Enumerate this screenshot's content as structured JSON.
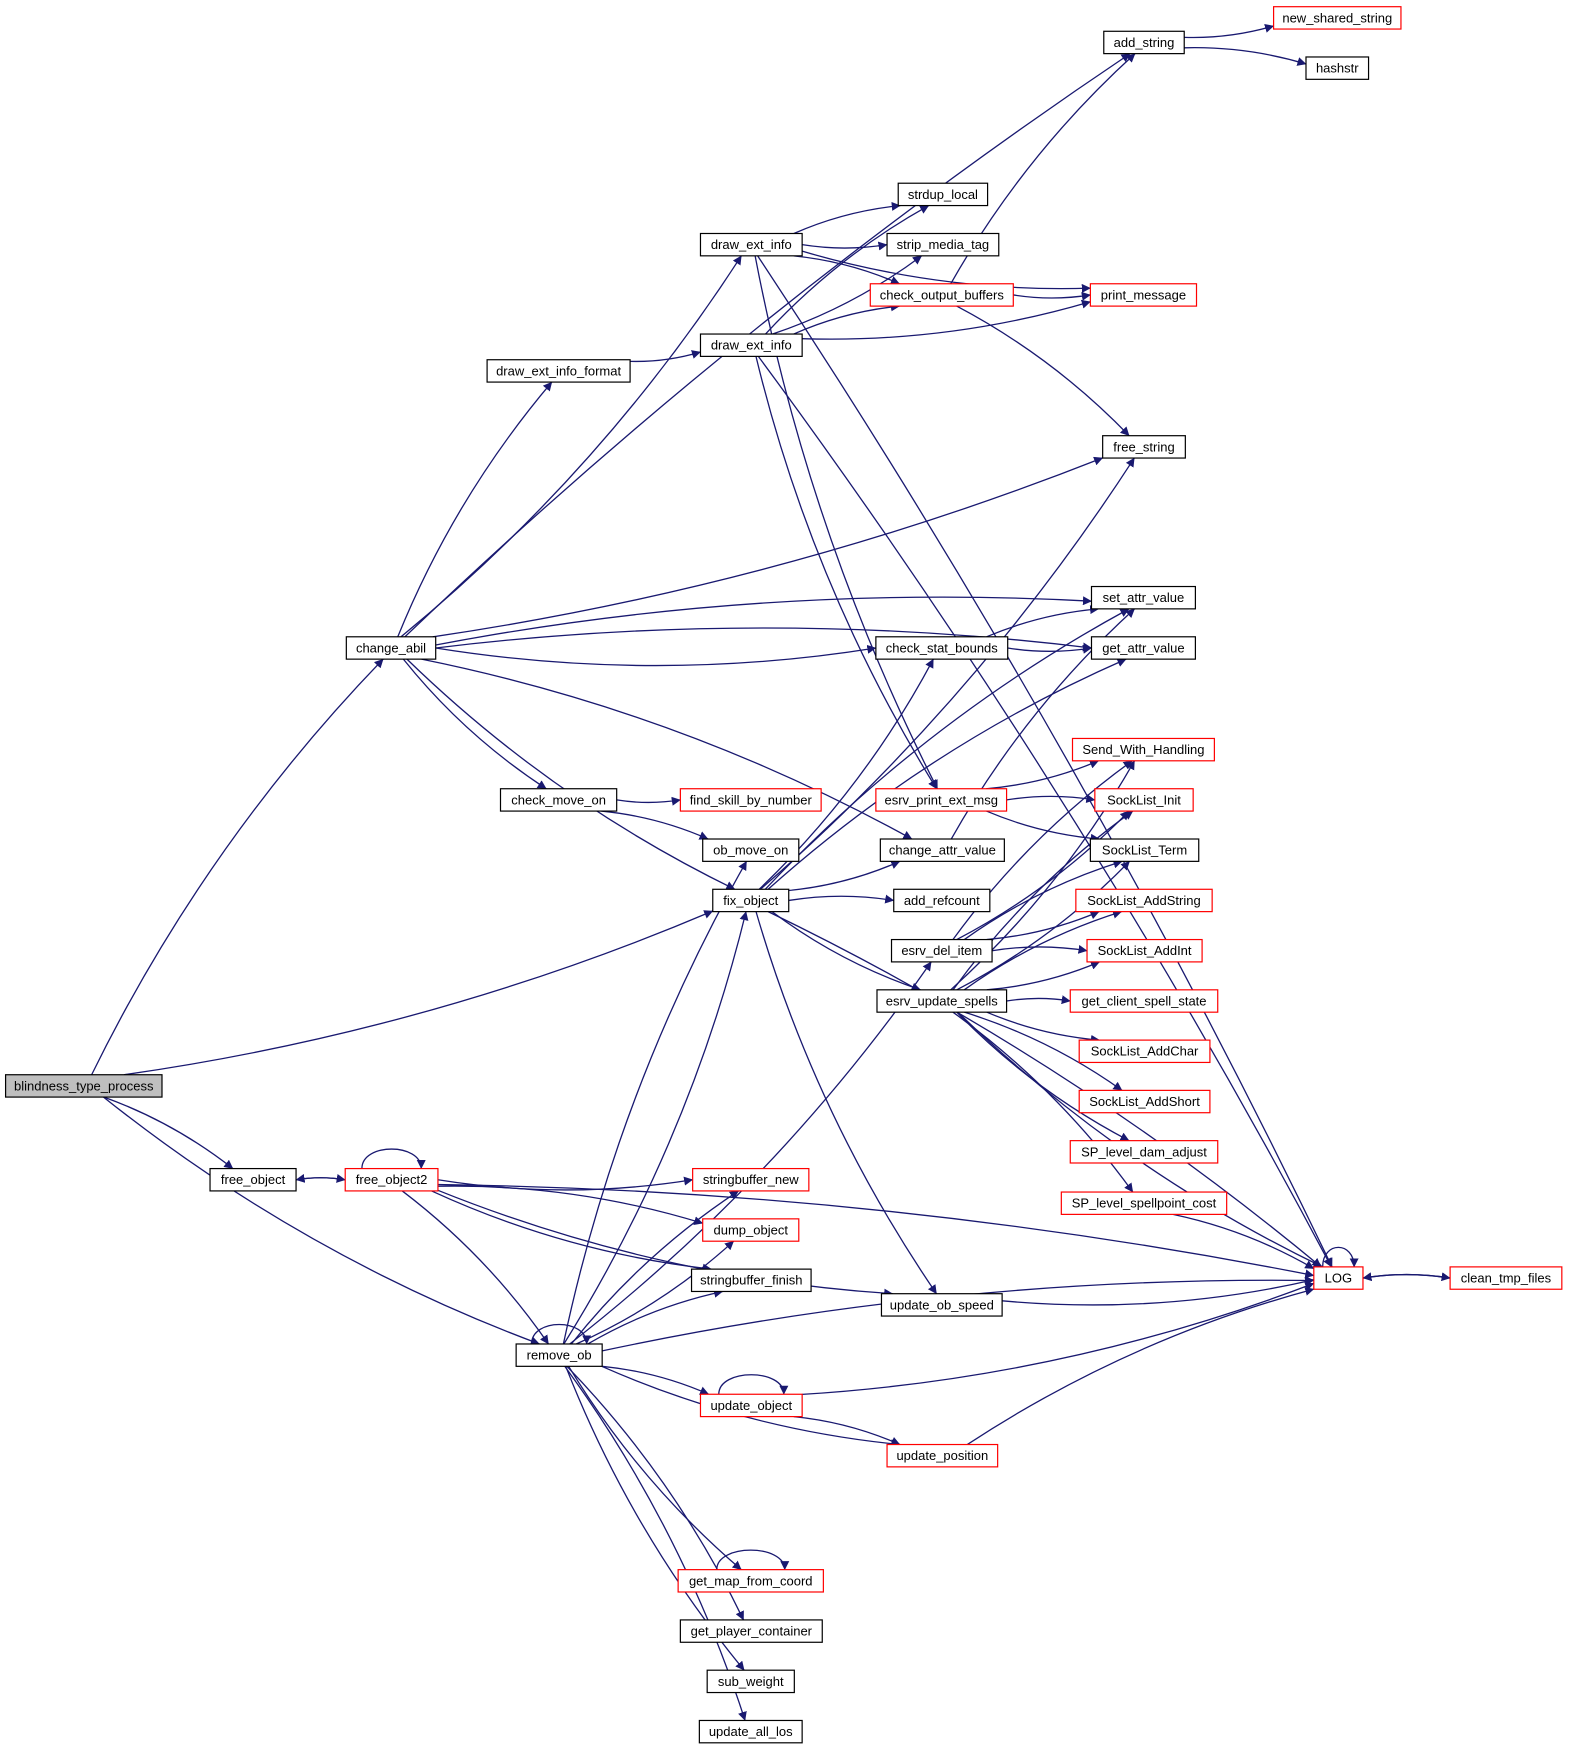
{
  "diagram": {
    "title": "blindness_type_process call graph",
    "colors": {
      "edge": "#191970",
      "truncated_border": "#ff0000",
      "normal_border": "#000000",
      "root_fill": "#bfbfbf",
      "node_fill": "#ffffff"
    },
    "nodes": [
      {
        "id": "blindness_type_process",
        "label": "blindness_type_process",
        "style": "root"
      },
      {
        "id": "change_abil",
        "label": "change_abil",
        "style": "normal"
      },
      {
        "id": "free_object",
        "label": "free_object",
        "style": "normal"
      },
      {
        "id": "free_object2",
        "label": "free_object2",
        "style": "red"
      },
      {
        "id": "remove_ob",
        "label": "remove_ob",
        "style": "normal"
      },
      {
        "id": "draw_ext_info_format",
        "label": "draw_ext_info_format",
        "style": "normal"
      },
      {
        "id": "draw_ext_info_a",
        "label": "draw_ext_info",
        "style": "normal"
      },
      {
        "id": "draw_ext_info_b",
        "label": "draw_ext_info",
        "style": "normal"
      },
      {
        "id": "check_move_on",
        "label": "check_move_on",
        "style": "normal"
      },
      {
        "id": "find_skill_by_number",
        "label": "find_skill_by_number",
        "style": "red"
      },
      {
        "id": "ob_move_on",
        "label": "ob_move_on",
        "style": "normal"
      },
      {
        "id": "fix_object",
        "label": "fix_object",
        "style": "normal"
      },
      {
        "id": "stringbuffer_new",
        "label": "stringbuffer_new",
        "style": "red"
      },
      {
        "id": "dump_object",
        "label": "dump_object",
        "style": "red"
      },
      {
        "id": "stringbuffer_finish",
        "label": "stringbuffer_finish",
        "style": "normal"
      },
      {
        "id": "update_object",
        "label": "update_object",
        "style": "red"
      },
      {
        "id": "get_map_from_coord",
        "label": "get_map_from_coord",
        "style": "red"
      },
      {
        "id": "get_player_container",
        "label": "get_player_container",
        "style": "normal"
      },
      {
        "id": "sub_weight",
        "label": "sub_weight",
        "style": "normal"
      },
      {
        "id": "update_all_los",
        "label": "update_all_los",
        "style": "normal"
      },
      {
        "id": "strdup_local",
        "label": "strdup_local",
        "style": "normal"
      },
      {
        "id": "strip_media_tag",
        "label": "strip_media_tag",
        "style": "normal"
      },
      {
        "id": "check_output_buffers",
        "label": "check_output_buffers",
        "style": "red"
      },
      {
        "id": "check_stat_bounds",
        "label": "check_stat_bounds",
        "style": "normal"
      },
      {
        "id": "esrv_print_ext_msg",
        "label": "esrv_print_ext_msg",
        "style": "red"
      },
      {
        "id": "change_attr_value",
        "label": "change_attr_value",
        "style": "normal"
      },
      {
        "id": "add_refcount",
        "label": "add_refcount",
        "style": "normal"
      },
      {
        "id": "esrv_del_item",
        "label": "esrv_del_item",
        "style": "normal"
      },
      {
        "id": "esrv_update_spells",
        "label": "esrv_update_spells",
        "style": "normal"
      },
      {
        "id": "update_ob_speed",
        "label": "update_ob_speed",
        "style": "normal"
      },
      {
        "id": "update_position",
        "label": "update_position",
        "style": "red"
      },
      {
        "id": "add_string",
        "label": "add_string",
        "style": "normal"
      },
      {
        "id": "print_message",
        "label": "print_message",
        "style": "red"
      },
      {
        "id": "free_string",
        "label": "free_string",
        "style": "normal"
      },
      {
        "id": "set_attr_value",
        "label": "set_attr_value",
        "style": "normal"
      },
      {
        "id": "get_attr_value",
        "label": "get_attr_value",
        "style": "normal"
      },
      {
        "id": "Send_With_Handling",
        "label": "Send_With_Handling",
        "style": "red"
      },
      {
        "id": "SockList_Init",
        "label": "SockList_Init",
        "style": "red"
      },
      {
        "id": "SockList_Term",
        "label": "SockList_Term",
        "style": "normal"
      },
      {
        "id": "SockList_AddString",
        "label": "SockList_AddString",
        "style": "red"
      },
      {
        "id": "SockList_AddInt",
        "label": "SockList_AddInt",
        "style": "red"
      },
      {
        "id": "get_client_spell_state",
        "label": "get_client_spell_state",
        "style": "red"
      },
      {
        "id": "SockList_AddChar",
        "label": "SockList_AddChar",
        "style": "red"
      },
      {
        "id": "SockList_AddShort",
        "label": "SockList_AddShort",
        "style": "red"
      },
      {
        "id": "SP_level_dam_adjust",
        "label": "SP_level_dam_adjust",
        "style": "red"
      },
      {
        "id": "SP_level_spellpoint_cost",
        "label": "SP_level_spellpoint_cost",
        "style": "red"
      },
      {
        "id": "new_shared_string",
        "label": "new_shared_string",
        "style": "red"
      },
      {
        "id": "hashstr",
        "label": "hashstr",
        "style": "normal"
      },
      {
        "id": "LOG",
        "label": "LOG",
        "style": "red"
      },
      {
        "id": "clean_tmp_files",
        "label": "clean_tmp_files",
        "style": "red"
      }
    ],
    "edges": [
      [
        "blindness_type_process",
        "change_abil"
      ],
      [
        "blindness_type_process",
        "fix_object"
      ],
      [
        "blindness_type_process",
        "free_object"
      ],
      [
        "blindness_type_process",
        "remove_ob"
      ],
      [
        "change_abil",
        "add_string"
      ],
      [
        "change_abil",
        "draw_ext_info_a"
      ],
      [
        "change_abil",
        "draw_ext_info_format"
      ],
      [
        "change_abil",
        "free_string"
      ],
      [
        "change_abil",
        "set_attr_value"
      ],
      [
        "change_abil",
        "check_stat_bounds"
      ],
      [
        "change_abil",
        "get_attr_value"
      ],
      [
        "change_abil",
        "check_move_on"
      ],
      [
        "change_abil",
        "change_attr_value"
      ],
      [
        "change_abil",
        "fix_object"
      ],
      [
        "free_object",
        "free_object2"
      ],
      [
        "free_object2",
        "free_object"
      ],
      [
        "free_object2",
        "free_object2"
      ],
      [
        "free_object2",
        "stringbuffer_new"
      ],
      [
        "free_object2",
        "dump_object"
      ],
      [
        "free_object2",
        "stringbuffer_finish"
      ],
      [
        "free_object2",
        "remove_ob"
      ],
      [
        "free_object2",
        "update_ob_speed"
      ],
      [
        "free_object2",
        "LOG"
      ],
      [
        "draw_ext_info_format",
        "draw_ext_info_b"
      ],
      [
        "draw_ext_info_a",
        "strdup_local"
      ],
      [
        "draw_ext_info_a",
        "strip_media_tag"
      ],
      [
        "draw_ext_info_a",
        "check_output_buffers"
      ],
      [
        "draw_ext_info_a",
        "print_message"
      ],
      [
        "draw_ext_info_a",
        "LOG"
      ],
      [
        "draw_ext_info_a",
        "esrv_print_ext_msg"
      ],
      [
        "draw_ext_info_b",
        "strdup_local"
      ],
      [
        "draw_ext_info_b",
        "strip_media_tag"
      ],
      [
        "draw_ext_info_b",
        "check_output_buffers"
      ],
      [
        "draw_ext_info_b",
        "print_message"
      ],
      [
        "draw_ext_info_b",
        "LOG"
      ],
      [
        "draw_ext_info_b",
        "esrv_print_ext_msg"
      ],
      [
        "check_output_buffers",
        "add_string"
      ],
      [
        "check_output_buffers",
        "print_message"
      ],
      [
        "check_output_buffers",
        "free_string"
      ],
      [
        "add_string",
        "new_shared_string"
      ],
      [
        "add_string",
        "hashstr"
      ],
      [
        "check_move_on",
        "find_skill_by_number"
      ],
      [
        "check_move_on",
        "ob_move_on"
      ],
      [
        "fix_object",
        "free_string"
      ],
      [
        "fix_object",
        "set_attr_value"
      ],
      [
        "fix_object",
        "check_stat_bounds"
      ],
      [
        "fix_object",
        "get_attr_value"
      ],
      [
        "fix_object",
        "change_attr_value"
      ],
      [
        "fix_object",
        "add_refcount"
      ],
      [
        "fix_object",
        "esrv_update_spells"
      ],
      [
        "fix_object",
        "LOG"
      ],
      [
        "fix_object",
        "update_ob_speed"
      ],
      [
        "check_stat_bounds",
        "set_attr_value"
      ],
      [
        "check_stat_bounds",
        "get_attr_value"
      ],
      [
        "change_attr_value",
        "set_attr_value"
      ],
      [
        "esrv_print_ext_msg",
        "Send_With_Handling"
      ],
      [
        "esrv_print_ext_msg",
        "SockList_Init"
      ],
      [
        "esrv_print_ext_msg",
        "SockList_Term"
      ],
      [
        "esrv_del_item",
        "Send_With_Handling"
      ],
      [
        "esrv_del_item",
        "SockList_Init"
      ],
      [
        "esrv_del_item",
        "SockList_Term"
      ],
      [
        "esrv_del_item",
        "SockList_AddString"
      ],
      [
        "esrv_del_item",
        "SockList_AddInt"
      ],
      [
        "esrv_update_spells",
        "Send_With_Handling"
      ],
      [
        "esrv_update_spells",
        "SockList_Init"
      ],
      [
        "esrv_update_spells",
        "SockList_Term"
      ],
      [
        "esrv_update_spells",
        "SockList_AddString"
      ],
      [
        "esrv_update_spells",
        "SockList_AddInt"
      ],
      [
        "esrv_update_spells",
        "get_client_spell_state"
      ],
      [
        "esrv_update_spells",
        "SockList_AddChar"
      ],
      [
        "esrv_update_spells",
        "SockList_AddShort"
      ],
      [
        "esrv_update_spells",
        "SP_level_dam_adjust"
      ],
      [
        "esrv_update_spells",
        "SP_level_spellpoint_cost"
      ],
      [
        "esrv_update_spells",
        "LOG"
      ],
      [
        "SP_level_spellpoint_cost",
        "LOG"
      ],
      [
        "remove_ob",
        "remove_ob"
      ],
      [
        "remove_ob",
        "ob_move_on"
      ],
      [
        "remove_ob",
        "fix_object"
      ],
      [
        "remove_ob",
        "stringbuffer_new"
      ],
      [
        "remove_ob",
        "dump_object"
      ],
      [
        "remove_ob",
        "stringbuffer_finish"
      ],
      [
        "remove_ob",
        "esrv_del_item"
      ],
      [
        "remove_ob",
        "update_object"
      ],
      [
        "remove_ob",
        "update_position"
      ],
      [
        "remove_ob",
        "LOG"
      ],
      [
        "remove_ob",
        "get_map_from_coord"
      ],
      [
        "remove_ob",
        "get_player_container"
      ],
      [
        "remove_ob",
        "sub_weight"
      ],
      [
        "remove_ob",
        "update_all_los"
      ],
      [
        "update_object",
        "update_object"
      ],
      [
        "update_object",
        "update_position"
      ],
      [
        "update_object",
        "LOG"
      ],
      [
        "update_position",
        "LOG"
      ],
      [
        "update_ob_speed",
        "LOG"
      ],
      [
        "get_map_from_coord",
        "get_map_from_coord"
      ],
      [
        "LOG",
        "LOG"
      ],
      [
        "LOG",
        "clean_tmp_files"
      ],
      [
        "clean_tmp_files",
        "LOG"
      ]
    ]
  }
}
